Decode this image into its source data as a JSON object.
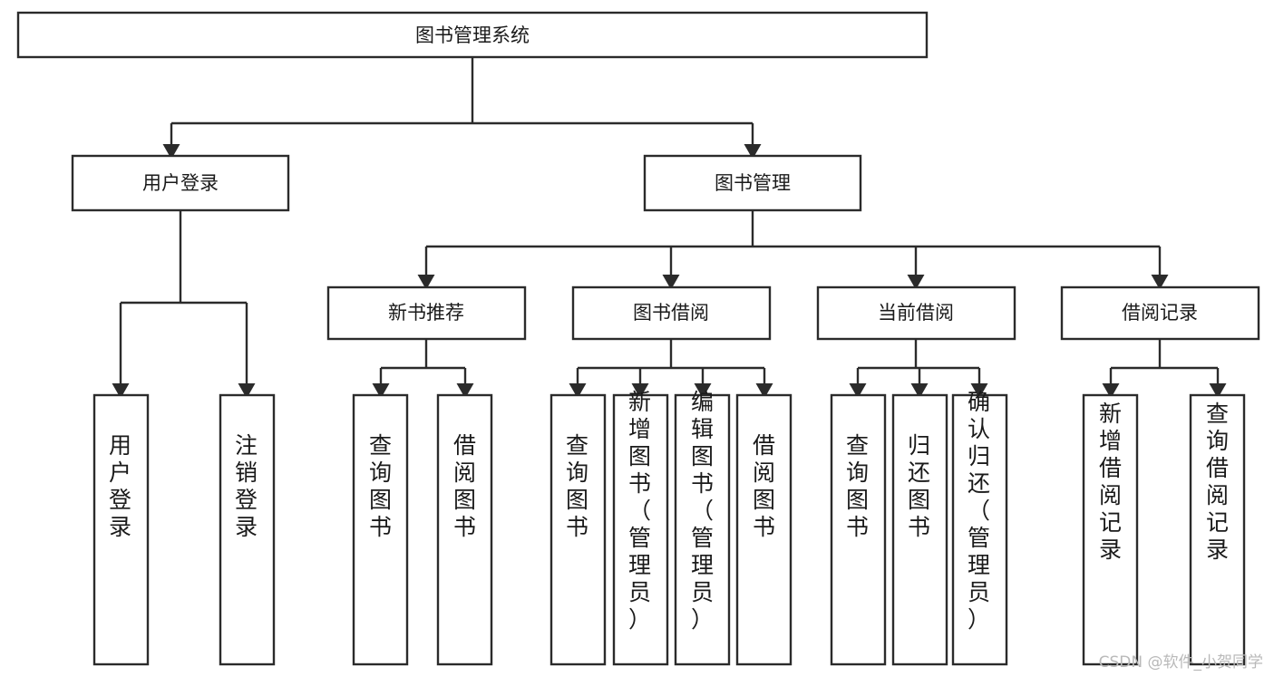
{
  "diagram": {
    "title": "图书管理系统",
    "type": "tree",
    "watermark": "CSDN @软件_小贺同学",
    "colors": {
      "stroke": "#2b2b2b",
      "node_fill": "#ffffff",
      "text": "#1a1a1a",
      "watermark": "#b9b9b9",
      "background": "#ffffff"
    },
    "nodes": {
      "root": {
        "label": "图书管理系统",
        "orientation": "horizontal"
      },
      "level2": [
        {
          "label": "用户登录",
          "orientation": "horizontal"
        },
        {
          "label": "图书管理",
          "orientation": "horizontal"
        }
      ],
      "level3": [
        {
          "label": "新书推荐",
          "orientation": "horizontal"
        },
        {
          "label": "图书借阅",
          "orientation": "horizontal"
        },
        {
          "label": "当前借阅",
          "orientation": "horizontal"
        },
        {
          "label": "借阅记录",
          "orientation": "horizontal"
        }
      ],
      "leaves": {
        "user_login": [
          {
            "label": "用户登录",
            "orientation": "vertical"
          },
          {
            "label": "注销登录",
            "orientation": "vertical"
          }
        ],
        "new_book_recommend": [
          {
            "label": "查询图书",
            "orientation": "vertical"
          },
          {
            "label": "借阅图书",
            "orientation": "vertical"
          }
        ],
        "book_borrow": [
          {
            "label": "查询图书",
            "orientation": "vertical"
          },
          {
            "label": "新增图书（管理员）",
            "orientation": "vertical"
          },
          {
            "label": "编辑图书（管理员）",
            "orientation": "vertical"
          },
          {
            "label": "借阅图书",
            "orientation": "vertical"
          }
        ],
        "current_borrow": [
          {
            "label": "查询图书",
            "orientation": "vertical"
          },
          {
            "label": "归还图书",
            "orientation": "vertical"
          },
          {
            "label": "确认归还（管理员）",
            "orientation": "vertical"
          }
        ],
        "borrow_record": [
          {
            "label": "新增借阅记录",
            "orientation": "vertical"
          },
          {
            "label": "查询借阅记录",
            "orientation": "vertical"
          }
        ]
      }
    }
  }
}
